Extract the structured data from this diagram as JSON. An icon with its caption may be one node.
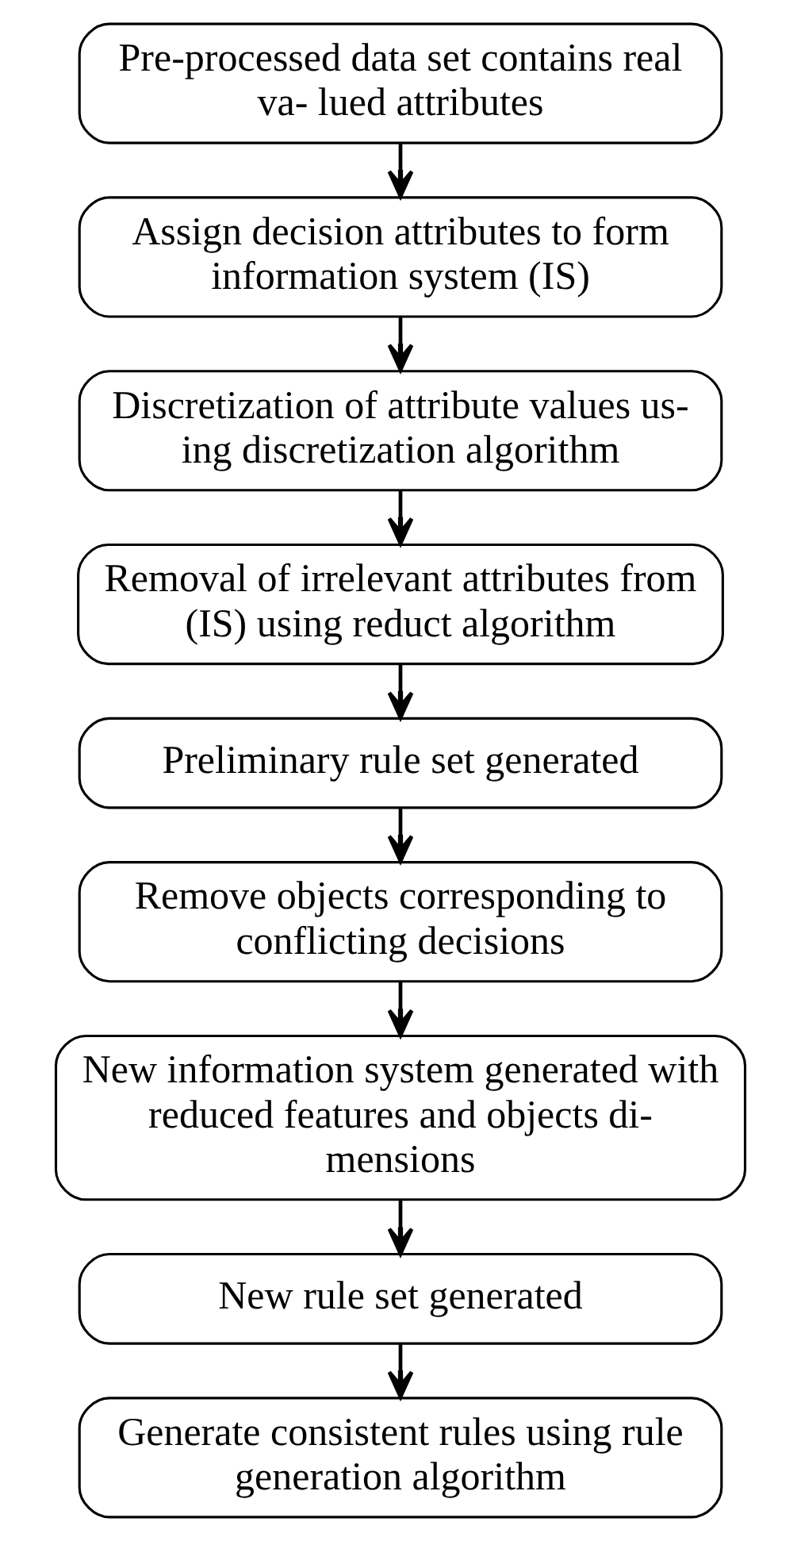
{
  "diagram": {
    "nodes": [
      {
        "text": [
          "Pre-processed data set contains real va- lued attributes"
        ]
      },
      {
        "text": [
          "Assign decision attributes to form information system (IS)"
        ]
      },
      {
        "text": [
          "Discretization of attribute values us- ing discretization algorithm"
        ]
      },
      {
        "text": [
          "Removal of irrelevant attributes from (IS) using reduct algorithm"
        ]
      },
      {
        "text": [
          "Preliminary rule set generated"
        ]
      },
      {
        "text": [
          "Remove objects corresponding to conflicting decisions"
        ]
      },
      {
        "text": [
          "New information system generated with reduced features and objects di- mensions"
        ]
      },
      {
        "text": [
          "New rule set generated"
        ]
      },
      {
        "text": [
          "Generate consistent rules using rule generation algorithm"
        ]
      }
    ],
    "edges": [
      {
        "from": 0,
        "to": 1,
        "arrow": "to"
      },
      {
        "from": 1,
        "to": 2,
        "arrow": "to"
      },
      {
        "from": 2,
        "to": 3,
        "arrow": "to"
      },
      {
        "from": 3,
        "to": 4,
        "arrow": "to"
      },
      {
        "from": 4,
        "to": 5,
        "arrow": "to"
      },
      {
        "from": 5,
        "to": 6,
        "arrow": "to"
      },
      {
        "from": 6,
        "to": 7,
        "arrow": "to"
      },
      {
        "from": 7,
        "to": 8,
        "arrow": "to"
      }
    ]
  }
}
